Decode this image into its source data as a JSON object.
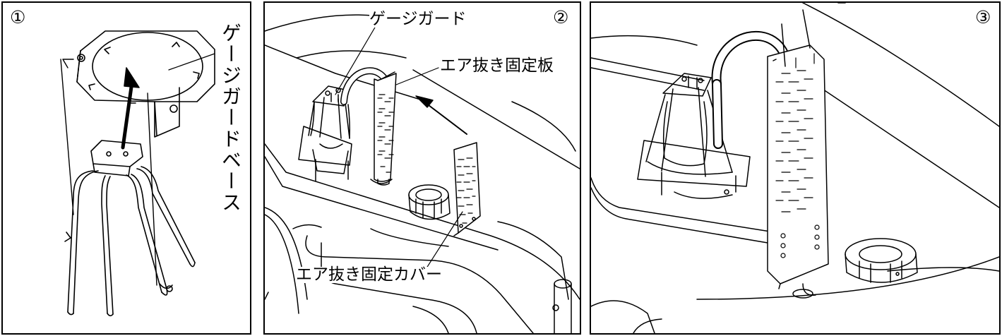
{
  "steps": [
    "①",
    "②",
    "③"
  ],
  "labels": {
    "gauge_guard_base": "ゲージガードベース",
    "gauge_guard": "ゲージガード",
    "air_vent_fixing_plate": "エア抜き固定板",
    "air_vent_fixing_cover": "エア抜き固定カバー"
  },
  "colors": {
    "line": "#000000",
    "background": "#ffffff"
  }
}
